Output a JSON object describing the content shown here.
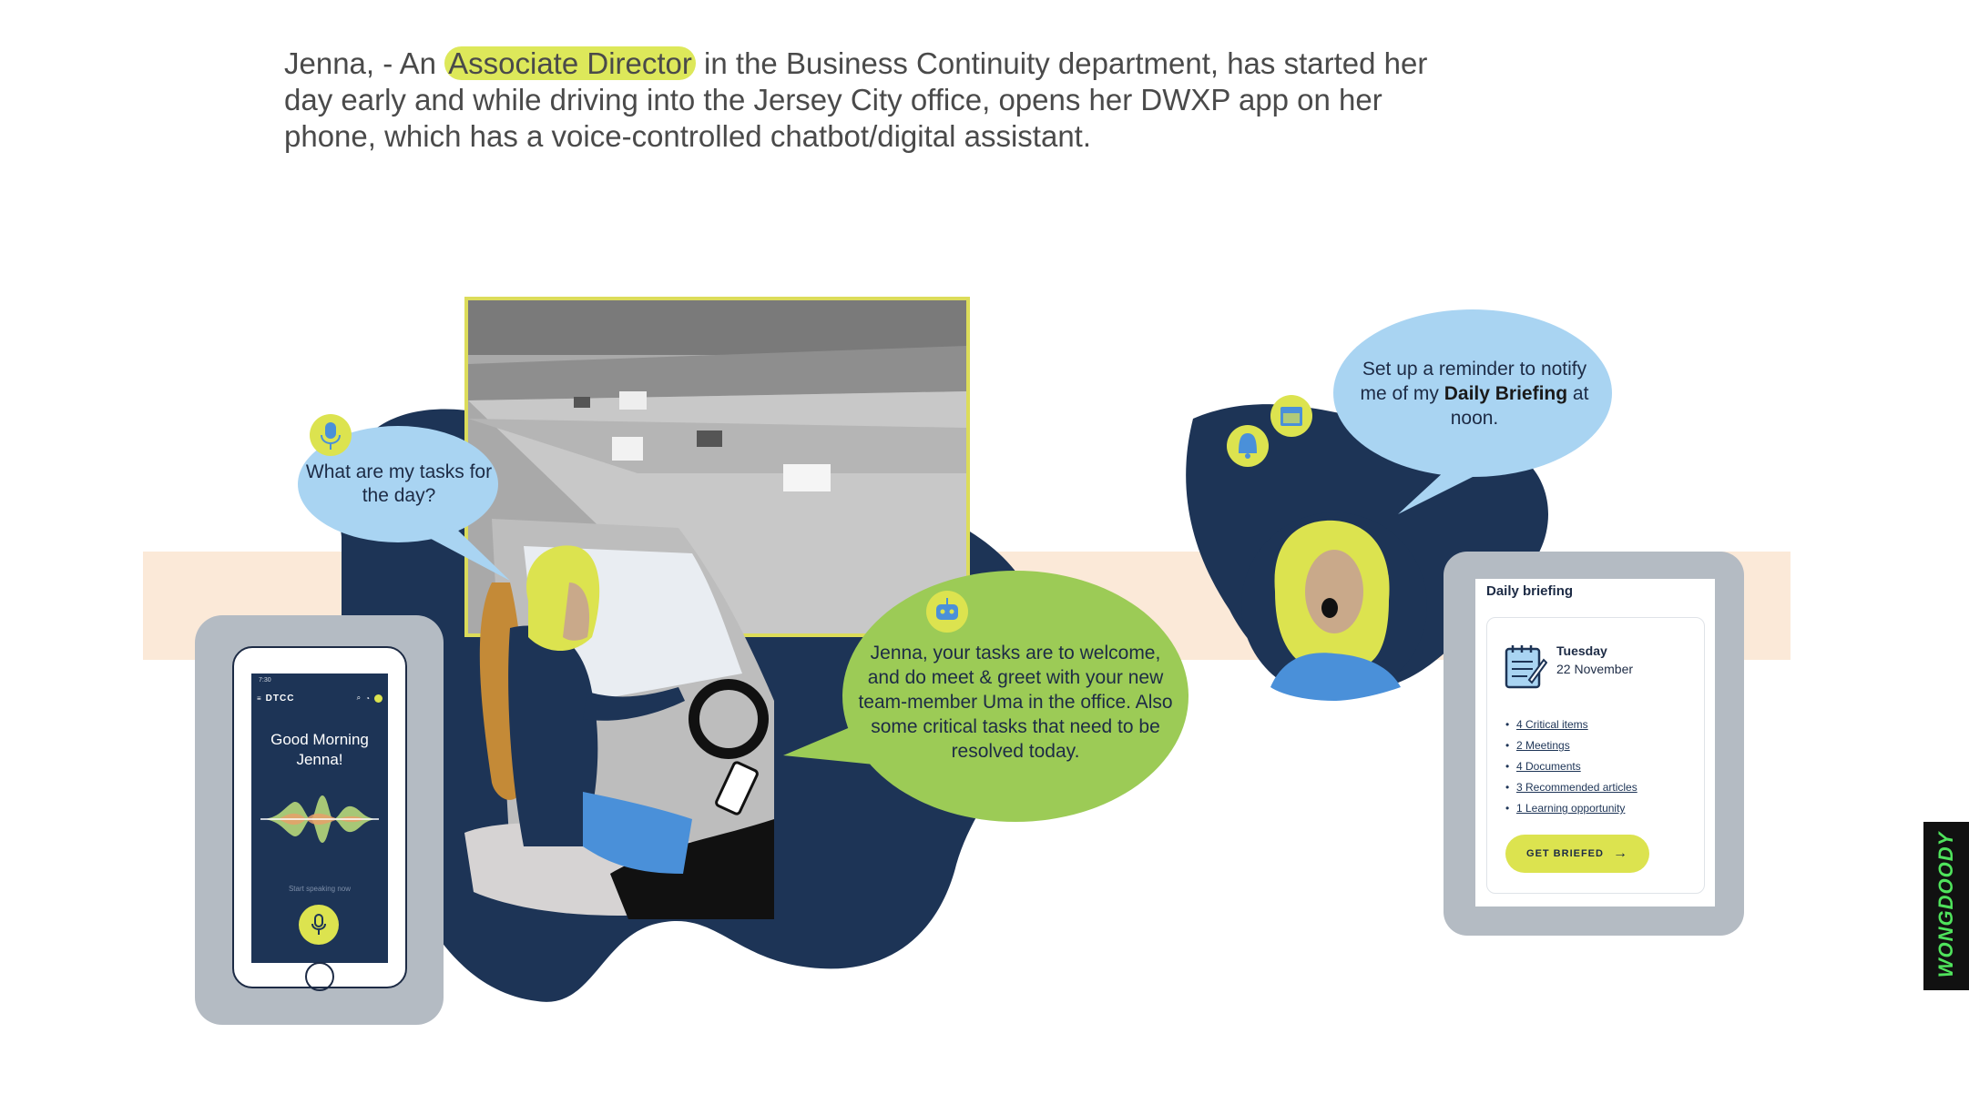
{
  "intro": {
    "before": "Jenna, - An ",
    "highlight": "Associate Director",
    "after": " in the Business Continuity department, has started her day early and while driving into the Jersey City office, opens her DWXP app on her phone, which has a voice-controlled chatbot/digital assistant."
  },
  "bubbles": {
    "user_question": "What are my tasks for the day?",
    "assistant_reply": "Jenna, your tasks are to welcome, and do meet & greet with your new team-member Uma in the office. Also some critical tasks that need to be resolved today.",
    "reminder_before": "Set up a reminder to notify me of my ",
    "reminder_bold": "Daily Briefing",
    "reminder_after": " at noon."
  },
  "phone": {
    "status_time": "7:30",
    "brand": "DTCC",
    "greeting": "Good Morning Jenna!",
    "hint": "Start speaking now"
  },
  "tablet": {
    "title": "Daily briefing",
    "day": "Tuesday",
    "date": "22 November",
    "items": [
      "4 Critical items",
      "2 Meetings",
      "4 Documents",
      "3 Recommended articles",
      "1 Learning opportunity"
    ],
    "button_label": "GET BRIEFED"
  },
  "logo_text": "WONGDOODY",
  "colors": {
    "navy": "#1d3456",
    "accent_yellow": "#dce34f",
    "bubble_blue": "#a9d4f2",
    "bubble_green": "#9ccb56",
    "band": "#fbe9d8"
  }
}
